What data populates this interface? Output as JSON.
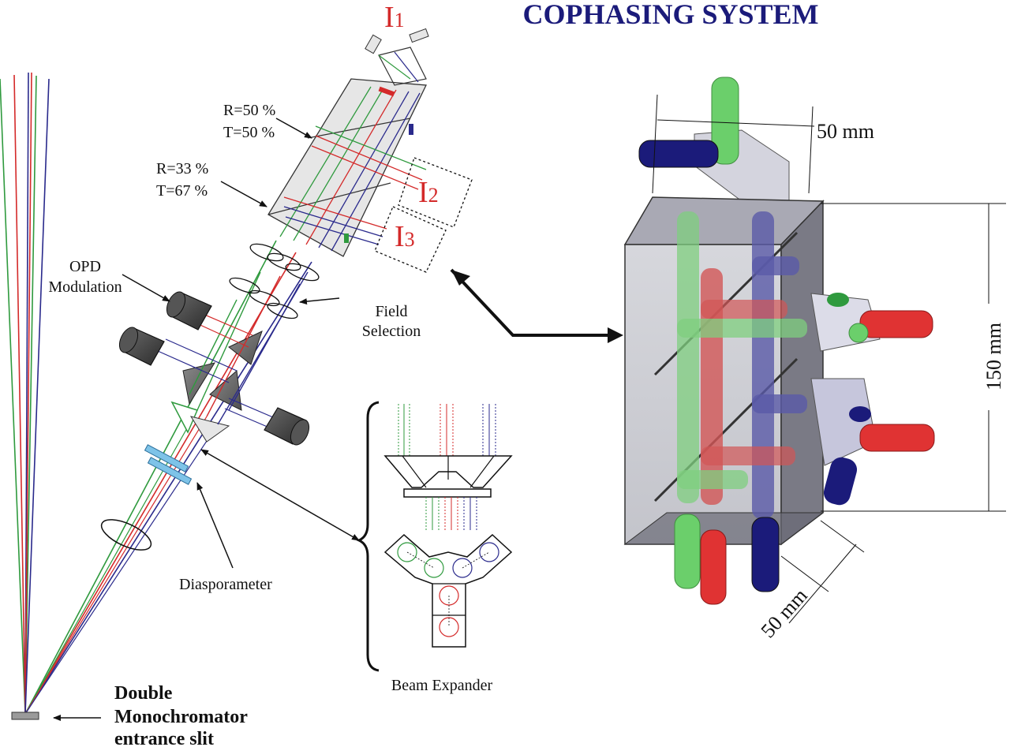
{
  "title": "COPHASING SYSTEM",
  "ports": {
    "i1": {
      "letter": "I",
      "sub": "1"
    },
    "i2": {
      "letter": "I",
      "sub": "2"
    },
    "i3": {
      "letter": "I",
      "sub": "3"
    }
  },
  "beamsplitters": {
    "bs1": {
      "r": "R=50 %",
      "t": "T=50 %"
    },
    "bs2": {
      "r": "R=33 %",
      "t": "T=67 %"
    }
  },
  "labels": {
    "opd_line1": "OPD",
    "opd_line2": "Modulation",
    "field_line1": "Field",
    "field_line2": "Selection",
    "diasporameter": "Diasporameter",
    "beam_expander": "Beam Expander",
    "slit_line1": "Double",
    "slit_line2": "Monochromator",
    "slit_line3": "entrance slit"
  },
  "dimensions": {
    "width": "50 mm",
    "height": "150 mm",
    "depth": "50 mm"
  },
  "colors": {
    "green": "#2f9a3e",
    "red": "#d42a2a",
    "blue": "#2a2a8c",
    "title": "#1b1b7a",
    "port_label": "#d42a2a",
    "prism_fill": "#e6e6e6",
    "motor_dark": "#3b3b3b",
    "diasporameter": "#7ec3e8"
  }
}
